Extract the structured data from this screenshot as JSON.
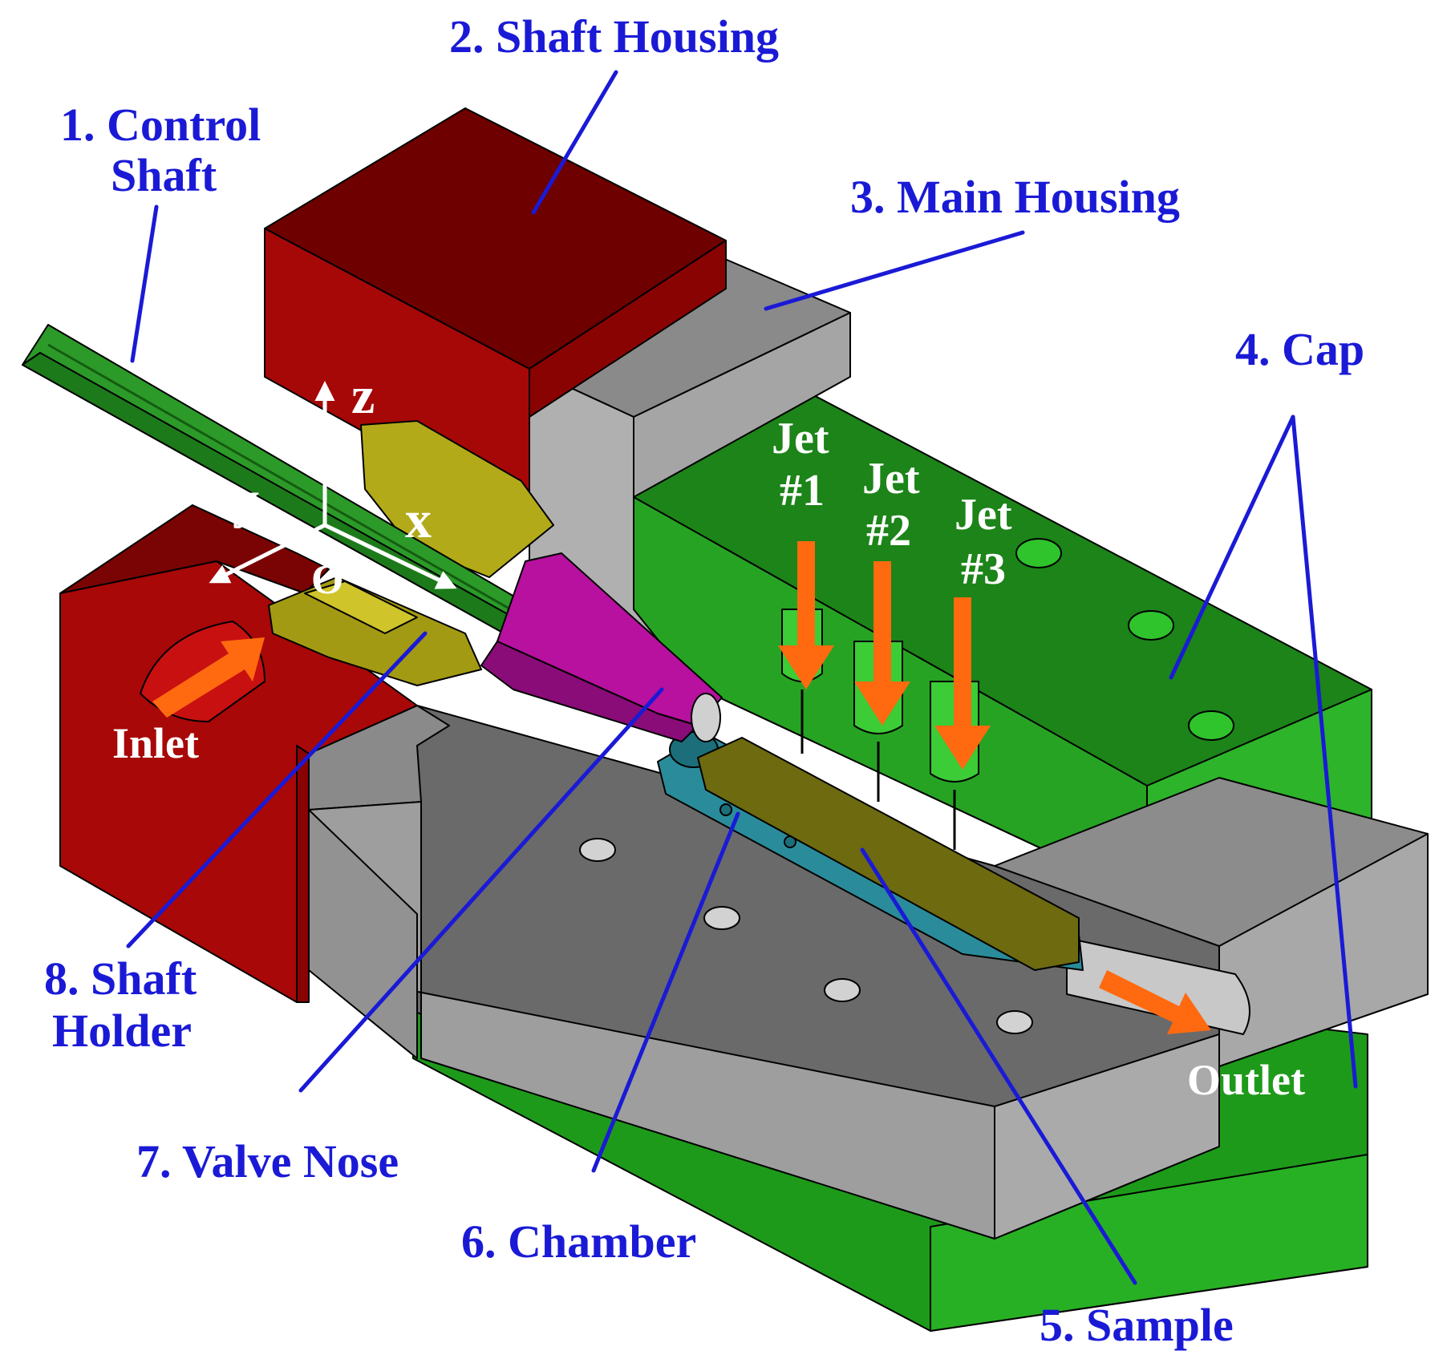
{
  "labels": {
    "control_shaft_line1": "1. Control",
    "control_shaft_line2": "Shaft",
    "shaft_housing": "2. Shaft Housing",
    "main_housing": "3. Main Housing",
    "cap": "4. Cap",
    "sample": "5. Sample",
    "chamber": "6. Chamber",
    "valve_nose": "7. Valve Nose",
    "shaft_holder_line1": "8. Shaft",
    "shaft_holder_line2": "Holder"
  },
  "flow_labels": {
    "inlet": "Inlet",
    "outlet": "Outlet"
  },
  "jets": [
    {
      "line1": "Jet",
      "line2": "#1"
    },
    {
      "line1": "Jet",
      "line2": "#2"
    },
    {
      "line1": "Jet",
      "line2": "#3"
    }
  ],
  "axes": {
    "z": "z",
    "y": "y",
    "x": "x",
    "origin": "O"
  },
  "colors": {
    "label_blue": "#1a1ad6",
    "shaft_housing_red": "#a10606",
    "shaft_housing_top": "#6e0000",
    "main_housing_gray": "#9a9a9a",
    "main_housing_top": "#6a6a6a",
    "cap_green": "#22a31e",
    "cap_top": "#157a12",
    "control_shaft_green": "#2c9a28",
    "shaft_holder_yellow": "#b3aa1a",
    "valve_nose_magenta": "#b8109f",
    "chamber_teal": "#2a8c9a",
    "sample_olive": "#6d6a10",
    "flow_arrow_orange": "#ff6a10",
    "axis_white": "#ffffff"
  }
}
